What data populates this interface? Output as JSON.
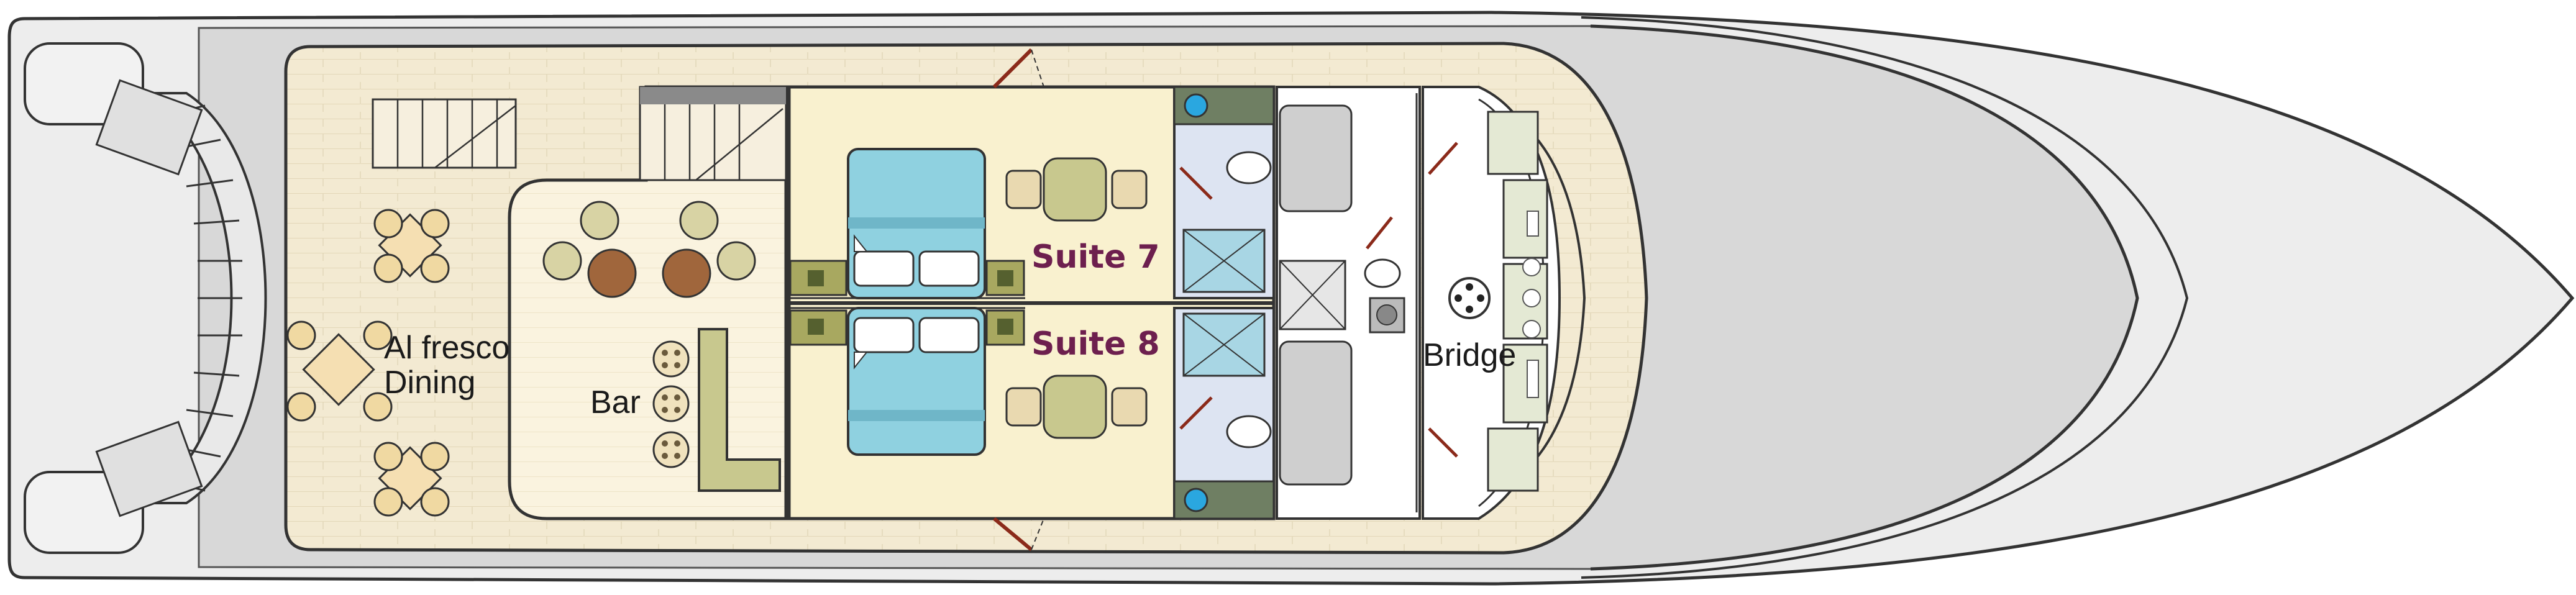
{
  "labels": {
    "al_fresco": "Al fresco",
    "dining": "Dining",
    "bar": "Bar",
    "suite7": "Suite 7",
    "suite8": "Suite 8",
    "bridge": "Bridge"
  },
  "colors": {
    "hull_grey": "#d8d8d8",
    "deck_wood": "#f3ead2",
    "deck_plank_line": "#e3d7b8",
    "bar_floor": "#faf3df",
    "suite_floor": "#f9f1cf",
    "bed_blue": "#8fd1e0",
    "bed_stripe": "#6fb6c8",
    "table_green": "#c8c88e",
    "chair_tan": "#e9d9b0",
    "wood_table": "#a0663c",
    "dining_table": "#f5dfb2",
    "bathroom_blue": "#dde4f2",
    "shower_blue": "#a8d6e4",
    "nightstand": "#a8a860",
    "cabinet": "#6f7f63",
    "porthole": "#2aa7e0",
    "suite_text": "#6d1f4e",
    "bunk_grey": "#cfcfcf",
    "console_green": "#e4e9d4"
  }
}
